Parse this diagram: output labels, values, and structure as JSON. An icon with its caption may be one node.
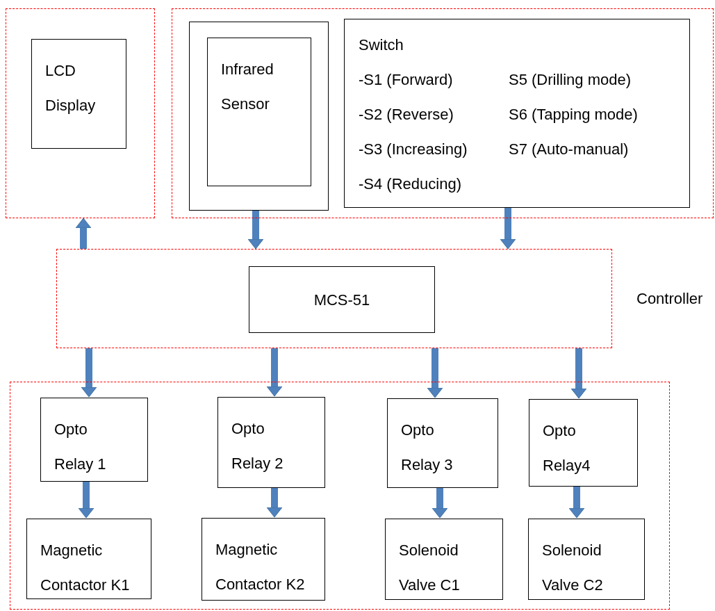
{
  "diagram": {
    "nodes": [
      {
        "text": [],
        "shape": "box"
      },
      {
        "text": [
          "LCD Display"
        ],
        "in": 0
      },
      {
        "text": [],
        "shape": "box"
      },
      {
        "text": [],
        "shape": "box",
        "in": 2
      },
      {
        "text": [
          "Infrared Sensor"
        ],
        "in": 3
      },
      {
        "text": [
          "Switch",
          "-S1 (Forward)",
          "S5 (Drilling mode)",
          "-S2 (Reverse)",
          "S6 (Tapping mode)",
          "-S3 (Increasing)",
          "S7 (Auto-manual)",
          "-S4 (Reducing)"
        ],
        "in": 2
      },
      {
        "text": [
          "Controller"
        ]
      },
      {
        "text": [
          "MCS-51"
        ],
        "in": 6
      },
      {
        "text": [],
        "shape": "box"
      },
      {
        "text": [
          "Opto Relay 1"
        ],
        "in": 8
      },
      {
        "text": [
          "Opto Relay 2"
        ],
        "in": 8
      },
      {
        "text": [
          "Opto Relay 3"
        ],
        "in": 8
      },
      {
        "text": [
          "Opto Relay4"
        ],
        "in": 8
      },
      {
        "text": [
          "Magnetic Contactor K1"
        ],
        "in": 8
      },
      {
        "text": [
          "Magnetic Contactor K2"
        ],
        "in": 8
      },
      {
        "text": [
          "Solenoid Valve C1"
        ],
        "in": 8
      },
      {
        "text": [
          "Solenoid Valve C2"
        ],
        "in": 8
      }
    ],
    "edges": [
      {
        "from": 6,
        "to": 0,
        "arrow": "to"
      },
      {
        "from": 3,
        "to": 6,
        "arrow": "to"
      },
      {
        "from": 5,
        "to": 6,
        "arrow": "to"
      },
      {
        "from": 6,
        "to": 9,
        "arrow": "to"
      },
      {
        "from": 6,
        "to": 10,
        "arrow": "to"
      },
      {
        "from": 6,
        "to": 11,
        "arrow": "to"
      },
      {
        "from": 6,
        "to": 12,
        "arrow": "to"
      },
      {
        "from": 9,
        "to": 13,
        "arrow": "to"
      },
      {
        "from": 10,
        "to": 14,
        "arrow": "to"
      },
      {
        "from": 11,
        "to": 15,
        "arrow": "to"
      },
      {
        "from": 12,
        "to": 16,
        "arrow": "to"
      }
    ]
  }
}
